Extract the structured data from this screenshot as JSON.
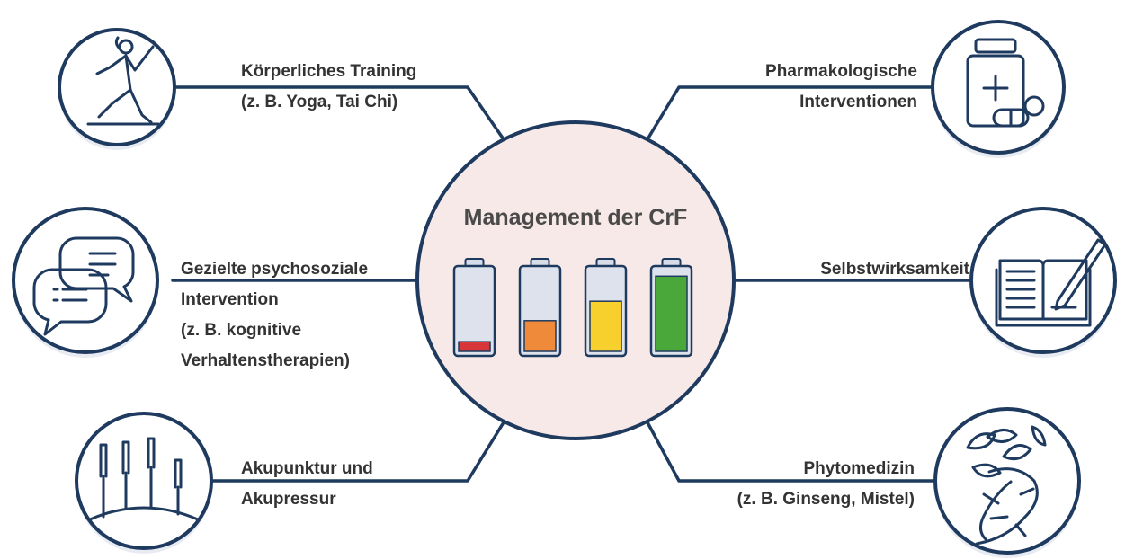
{
  "center": {
    "title": "Management der CrF",
    "fill": "#f7e9e7",
    "stroke": "#1f3a5f"
  },
  "colors": {
    "navy": "#1f3a5f",
    "text": "#333333",
    "icon_bg": "#ffffff",
    "icon_shadow": "#e8ebf2"
  },
  "batteries": [
    {
      "level": 0.12,
      "color": "#d8373a"
    },
    {
      "level": 0.38,
      "color": "#ef8a3a"
    },
    {
      "level": 0.62,
      "color": "#f7d02d"
    },
    {
      "level": 0.93,
      "color": "#4aa83a"
    }
  ],
  "interventions": [
    {
      "id": "training",
      "icon": "yoga-pose-icon",
      "lines": [
        "Körperliches Training",
        "(z. B. Yoga, Tai Chi)"
      ]
    },
    {
      "id": "psychosocial",
      "icon": "speech-bubbles-icon",
      "lines": [
        "Gezielte psychosoziale",
        "Intervention",
        "(z. B. kognitive",
        "Verhaltenstherapien)"
      ]
    },
    {
      "id": "acupuncture",
      "icon": "acupuncture-needles-icon",
      "lines": [
        "Akupunktur und",
        "Akupressur"
      ]
    },
    {
      "id": "pharmacological",
      "icon": "medicine-bottle-icon",
      "lines": [
        "Pharmakologische",
        "Interventionen"
      ]
    },
    {
      "id": "self-efficacy",
      "icon": "book-pencil-icon",
      "lines": [
        "Selbstwirksamkeit"
      ]
    },
    {
      "id": "phytomedicine",
      "icon": "herb-root-icon",
      "lines": [
        "Phytomedizin",
        "(z. B. Ginseng, Mistel)"
      ]
    }
  ]
}
